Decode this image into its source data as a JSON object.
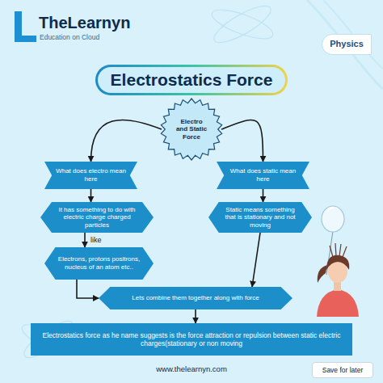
{
  "diagram": {
    "title": "Electrostatics Force",
    "nodes": [
      {
        "text": [
          "Physics"
        ]
      },
      {
        "text": [
          "Electro and Static Force"
        ]
      },
      {
        "text": [
          "What does electro mean here"
        ]
      },
      {
        "text": [
          "What does static mean here"
        ]
      },
      {
        "text": [
          "It has something to do with electric charge charged particles"
        ]
      },
      {
        "text": [
          "Static means something that is stationary and not moving"
        ]
      },
      {
        "text": [
          "Electrons, protons positrons, nucleus of an atom etc.."
        ]
      },
      {
        "text": [
          "Lets combine them together along with force"
        ]
      },
      {
        "text": [
          "Electrostatics force as he name suggests is the force attraction or repulsion between static electric charges(stationary or non moving"
        ]
      },
      {
        "text": [
          "Save for later"
        ]
      }
    ],
    "edges": [
      {
        "from": 1,
        "to": 2,
        "arrow": "to"
      },
      {
        "from": 1,
        "to": 3,
        "arrow": "to"
      },
      {
        "from": 2,
        "to": 4,
        "arrow": "to"
      },
      {
        "from": 3,
        "to": 5,
        "arrow": "to"
      },
      {
        "from": 4,
        "to": 6,
        "label": "like",
        "arrow": "to"
      },
      {
        "from": 5,
        "to": 7,
        "arrow": "to"
      },
      {
        "from": 6,
        "to": 7,
        "arrow": "to"
      },
      {
        "from": 7,
        "to": 8,
        "arrow": "to"
      }
    ],
    "labels": [
      "TheLearnyn",
      "Education on Cloud",
      "www.thelearnyn.com"
    ]
  }
}
